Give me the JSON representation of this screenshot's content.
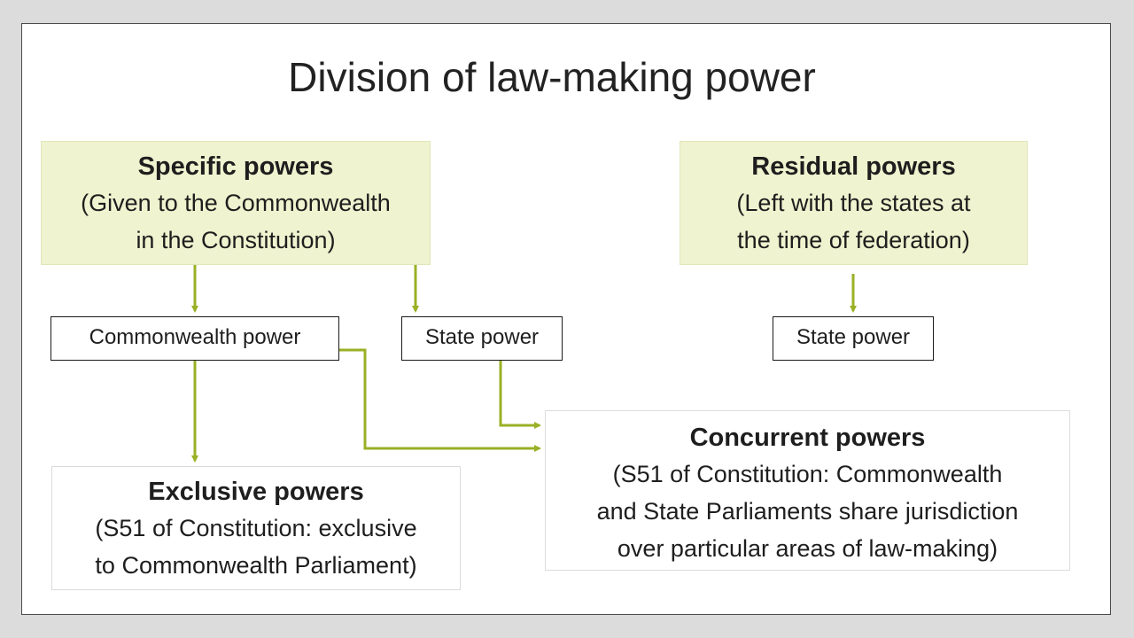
{
  "title": "Division of law-making power",
  "accent_color": "#9ab025",
  "specific": {
    "heading": "Specific powers",
    "desc_line1": "(Given to the Commonwealth",
    "desc_line2": "in the Constitution)"
  },
  "residual": {
    "heading": "Residual powers",
    "desc_line1": "(Left with the states at",
    "desc_line2": "the time of federation)"
  },
  "labels": {
    "commonwealth_power": "Commonwealth power",
    "state_power_left": "State power",
    "state_power_right": "State power"
  },
  "exclusive": {
    "heading": "Exclusive powers",
    "desc_line1": "(S51 of Constitution: exclusive",
    "desc_line2": "to Commonwealth Parliament)"
  },
  "concurrent": {
    "heading": "Concurrent powers",
    "desc_line1": "(S51 of Constitution: Commonwealth",
    "desc_line2": "and State Parliaments share jurisdiction",
    "desc_line3": "over particular areas of law-making)"
  }
}
